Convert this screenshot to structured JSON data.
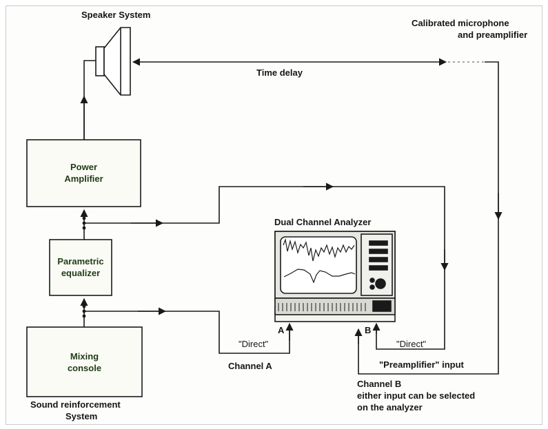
{
  "labels": {
    "speaker_system": "Speaker System",
    "calibrated_mic_line1": "Calibrated microphone",
    "calibrated_mic_line2": "and preamplifier",
    "time_delay": "Time delay",
    "power_amplifier_line1": "Power",
    "power_amplifier_line2": "Amplifier",
    "parametric_eq_line1": "Parametric",
    "parametric_eq_line2": "equalizer",
    "mixing_console_line1": "Mixing",
    "mixing_console_line2": "console",
    "sound_system_line1": "Sound reinforcement",
    "sound_system_line2": "System",
    "dual_channel_analyzer": "Dual Channel Analyzer",
    "input_a": "A",
    "input_b": "B",
    "direct_a": "\"Direct\"",
    "direct_b": "\"Direct\"",
    "channel_a": "Channel A",
    "preamp_input": "\"Preamplifier\" input",
    "channel_b": "Channel B",
    "note_line1": "either input can be selected",
    "note_line2": "on the analyzer"
  }
}
